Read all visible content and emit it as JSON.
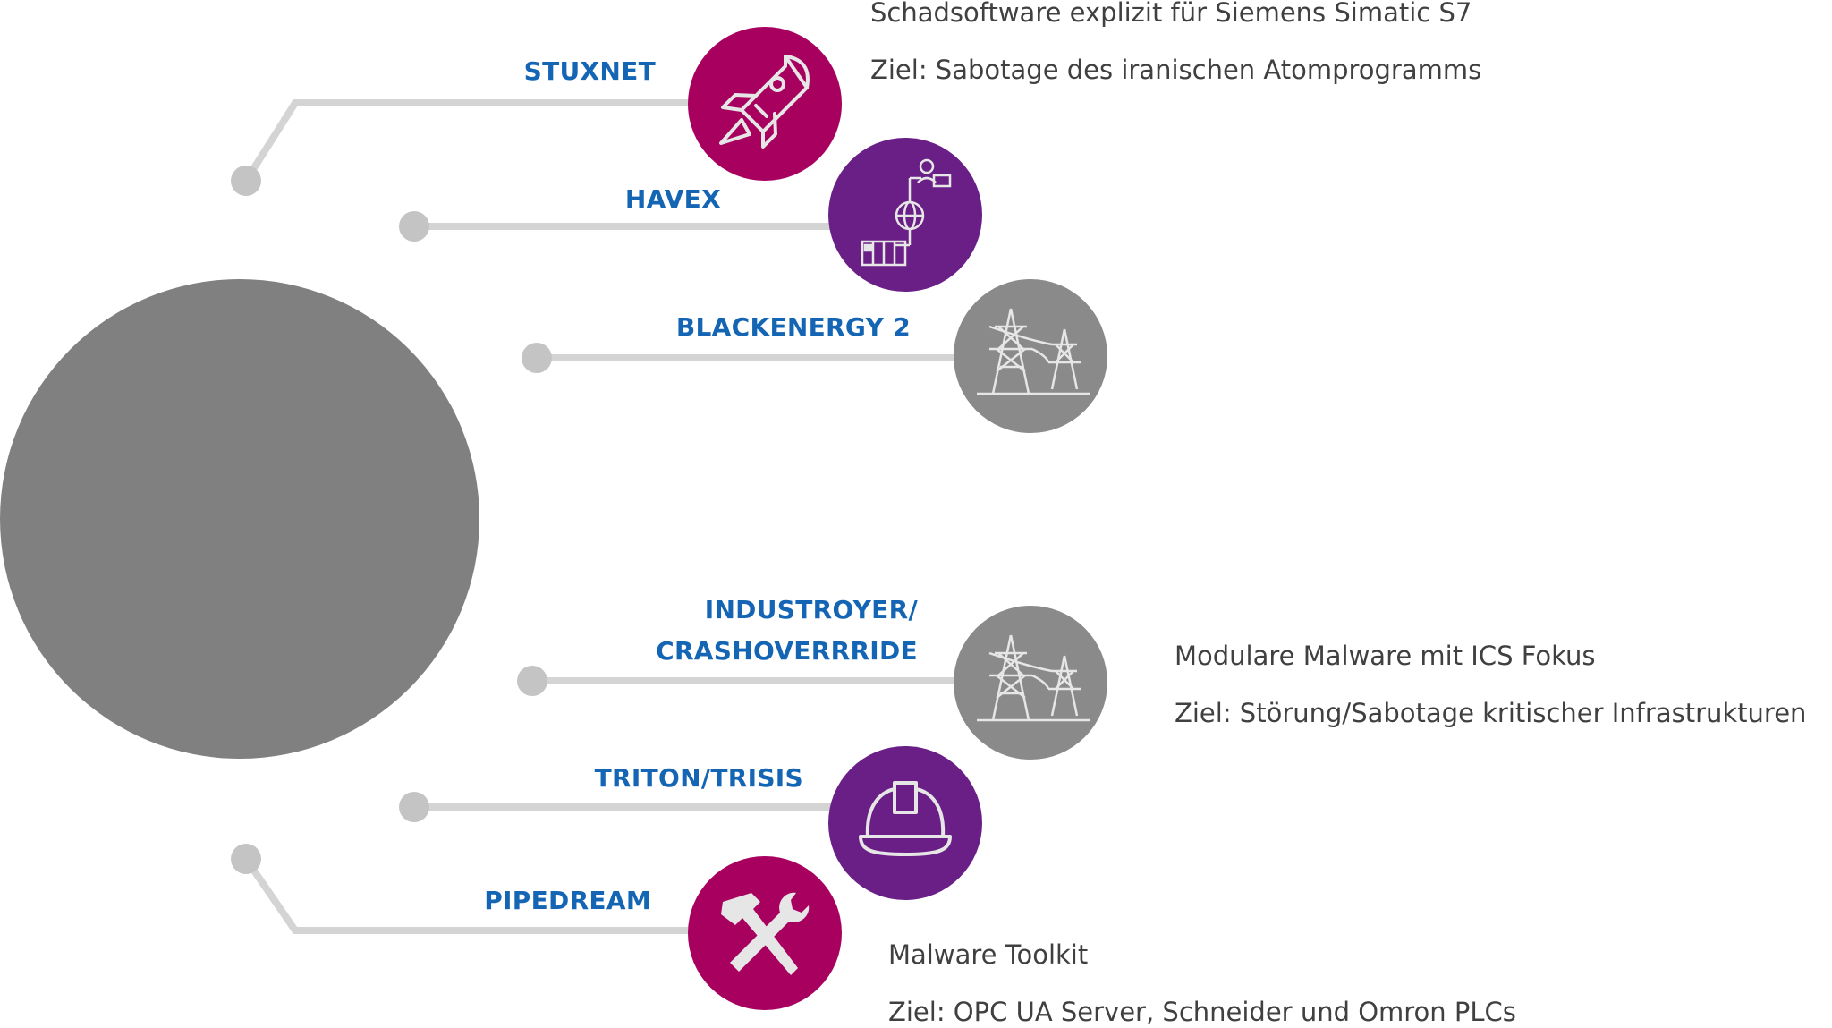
{
  "colors": {
    "magenta": "#a8005f",
    "purple": "#6a1f86",
    "gray": "#8a8a8a",
    "big_circle": "#808080",
    "connector": "#d4d4d4",
    "label_blue": "#1565b5"
  },
  "items": [
    {
      "label": "STUXNET",
      "icon": "rocket-icon",
      "color": "magenta",
      "desc1": "Schadsoftware explizit für Siemens Simatic S7",
      "desc2": "Ziel: Sabotage des iranischen Atomprogramms"
    },
    {
      "label": "HAVEX",
      "icon": "network-globe-icon",
      "color": "purple"
    },
    {
      "label": "BLACKENERGY 2",
      "icon": "power-pylon-icon",
      "color": "gray"
    },
    {
      "label1": "INDUSTROYER/",
      "label2": "CRASHOVERRRIDE",
      "icon": "power-pylon-icon",
      "color": "gray",
      "desc1": "Modulare Malware mit ICS Fokus",
      "desc2": "Ziel: Störung/Sabotage kritischer Infrastrukturen"
    },
    {
      "label": "TRITON/TRISIS",
      "icon": "hard-hat-icon",
      "color": "purple"
    },
    {
      "label": "PIPEDREAM",
      "icon": "hammer-wrench-icon",
      "color": "magenta",
      "desc1": "Malware Toolkit",
      "desc2": "Ziel: OPC UA Server, Schneider und Omron PLCs"
    }
  ]
}
